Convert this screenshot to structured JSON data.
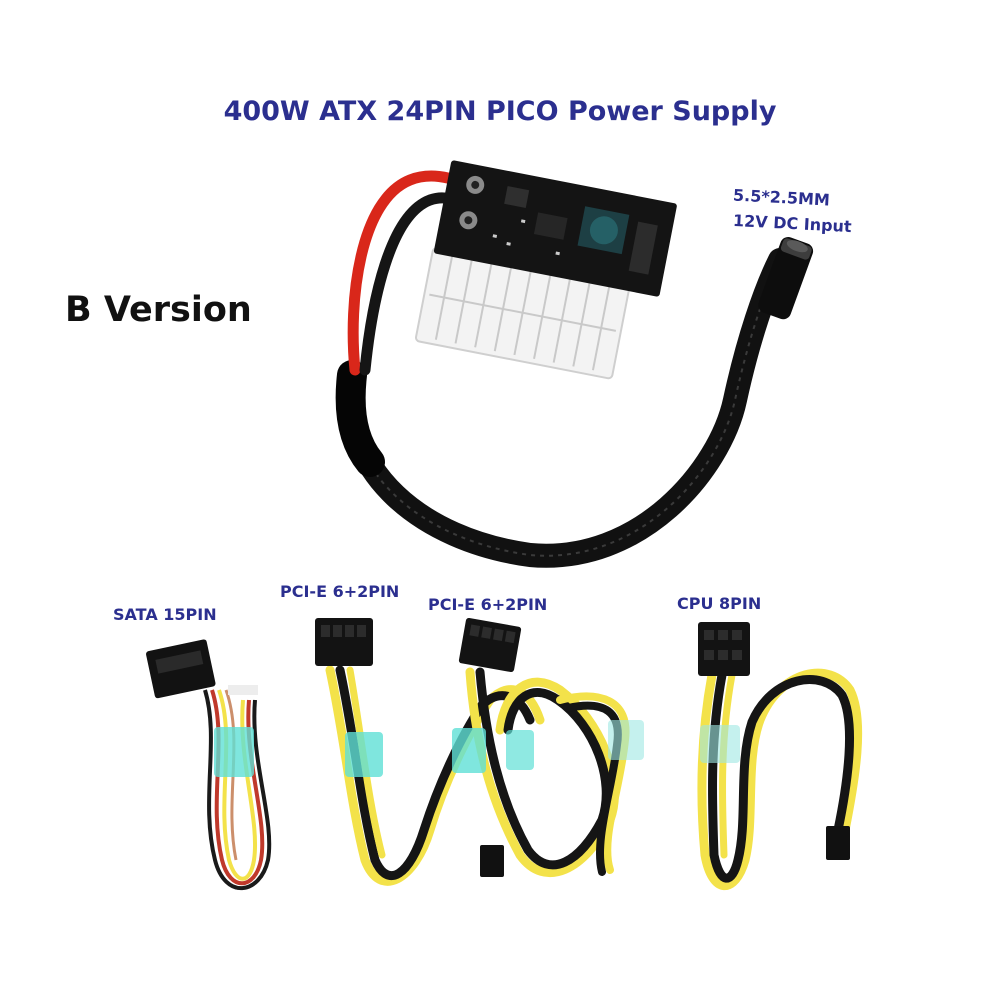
{
  "title": "400W ATX 24PIN PICO Power Supply",
  "version_label": "B Version",
  "dc_input": {
    "line1": "5.5*2.5MM",
    "line2": "12V DC Input"
  },
  "cables": {
    "sata": "SATA 15PIN",
    "pcie_1": "PCI-E 6+2PIN",
    "pcie_2": "PCI-E 6+2PIN",
    "cpu": "CPU 8PIN"
  },
  "colors": {
    "label_blue": "#2b2f8f",
    "board": "#141414",
    "connector": "#f3f3f3",
    "red_wire": "#d9271a",
    "yellow_wire": "#f3e24a",
    "tape": "#5fe0d6"
  }
}
